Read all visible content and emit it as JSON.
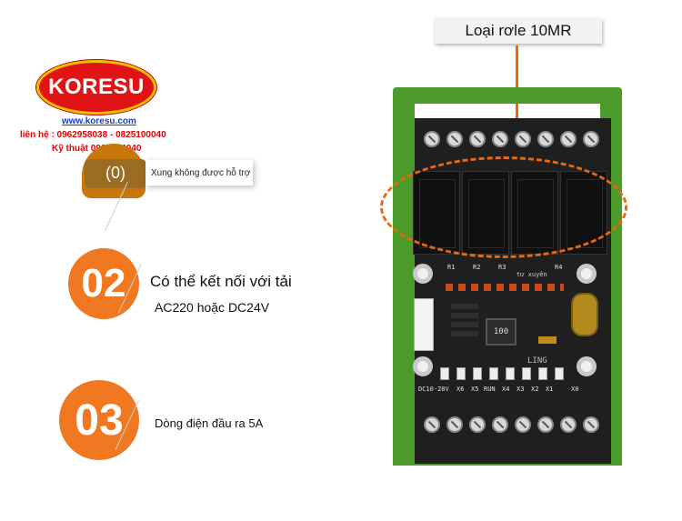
{
  "brand": {
    "logo_text": "KORESU",
    "website": "www.koresu.com",
    "contact": "liên hệ : 0962958038 - 0825100040",
    "tech": "Kỹ thuật 0965994040"
  },
  "callout": {
    "label": "Loại rơle 10MR"
  },
  "features": [
    {
      "badge": "(0)",
      "text": "Xung không được hỗ trợ"
    },
    {
      "badge": "02",
      "line1": "Có thể kết nối với tải",
      "line2": "AC220 hoặc DC24V"
    },
    {
      "badge": "03",
      "text": "Dòng điện đầu ra 5A"
    }
  ],
  "board": {
    "top_silk": [
      "R1",
      "R2",
      "R3",
      "R4"
    ],
    "side_label": "tư xuyên",
    "chip_text": "100",
    "bottom_silk": [
      "DC10-28V",
      "X6",
      "X5",
      "RUN",
      "X4",
      "X3",
      "X2",
      "X1",
      "X0"
    ],
    "run_label": "LING"
  },
  "colors": {
    "accent": "#f07820",
    "logo_red": "#e01414",
    "rail_green": "#4c9a2a",
    "link_blue": "#1a3fc4"
  }
}
